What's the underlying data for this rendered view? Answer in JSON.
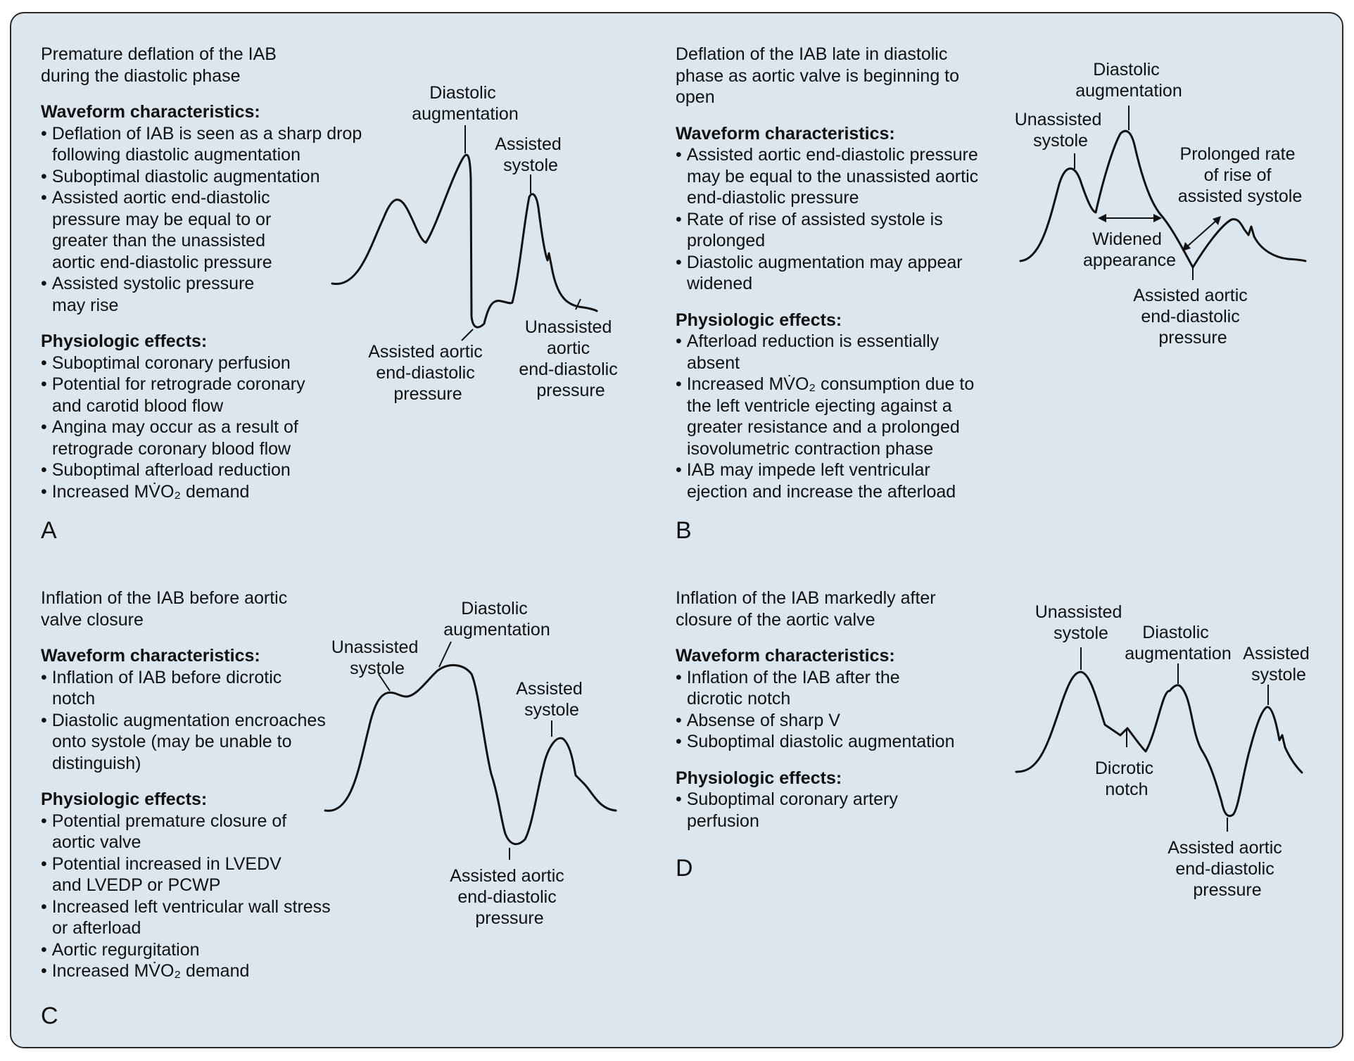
{
  "panels": [
    {
      "id": "A",
      "letter": "A",
      "intro": "Premature deflation of the IAB during the diastolic phase",
      "waveform_heading": "Waveform characteristics:",
      "waveform_items": [
        "Deflation of IAB is seen as a sharp drop following diastolic augmentation",
        "Suboptimal diastolic augmentation",
        "Assisted aortic end-diastolic pressure may be equal to or greater than the unassisted aortic end-diastolic pressure",
        "Assisted systolic pressure may rise"
      ],
      "effects_heading": "Physiologic effects:",
      "effects_items": [
        "Suboptimal coronary perfusion",
        "Potential for retrograde coronary and carotid blood flow",
        "Angina may occur as a result of retrograde coronary blood flow",
        "Suboptimal afterload reduction",
        "Increased MV̇O₂ demand"
      ],
      "labels": {
        "diastolic_augmentation": [
          "Diastolic",
          "augmentation"
        ],
        "assisted_systole": [
          "Assisted",
          "systole"
        ],
        "assisted_aortic_edp": [
          "Assisted aortic",
          "end-diastolic",
          "pressure"
        ],
        "unassisted_aortic_edp": [
          "Unassisted",
          "aortic",
          "end-diastolic",
          "pressure"
        ]
      }
    },
    {
      "id": "B",
      "letter": "B",
      "intro": "Deflation of the IAB late in diastolic phase as aortic valve is beginning to open",
      "waveform_heading": "Waveform characteristics:",
      "waveform_items": [
        "Assisted aortic end-diastolic pressure may be equal to the unassisted aortic end-diastolic pressure",
        "Rate of rise of assisted systole is prolonged",
        "Diastolic augmentation may appear widened"
      ],
      "effects_heading": "Physiologic effects:",
      "effects_items": [
        "Afterload reduction is essentially absent",
        "Increased MV̇O₂ consumption due to the left ventricle ejecting against a greater resistance and a prolonged isovolumetric contraction phase",
        "IAB may impede left ventricular ejection and increase the afterload"
      ],
      "labels": {
        "diastolic_augmentation": [
          "Diastolic",
          "augmentation"
        ],
        "unassisted_systole": [
          "Unassisted",
          "systole"
        ],
        "prolonged_rate": [
          "Prolonged rate",
          "of rise of",
          "assisted systole"
        ],
        "widened_appearance": [
          "Widened",
          "appearance"
        ],
        "assisted_aortic_edp": [
          "Assisted aortic",
          "end-diastolic",
          "pressure"
        ]
      }
    },
    {
      "id": "C",
      "letter": "C",
      "intro": "Inflation of the IAB before aortic valve closure",
      "waveform_heading": "Waveform characteristics:",
      "waveform_items": [
        "Inflation of IAB before dicrotic notch",
        "Diastolic augmentation encroaches onto systole (may be unable to distinguish)"
      ],
      "effects_heading": "Physiologic effects:",
      "effects_items": [
        "Potential premature closure of aortic valve",
        "Potential increased in LVEDV and LVEDP or PCWP",
        "Increased left ventricular wall stress or afterload",
        "Aortic regurgitation",
        "Increased MV̇O₂ demand"
      ],
      "labels": {
        "unassisted_systole": [
          "Unassisted",
          "systole"
        ],
        "diastolic_augmentation": [
          "Diastolic",
          "augmentation"
        ],
        "assisted_systole": [
          "Assisted",
          "systole"
        ],
        "assisted_aortic_edp": [
          "Assisted aortic",
          "end-diastolic",
          "pressure"
        ]
      }
    },
    {
      "id": "D",
      "letter": "D",
      "intro": "Inflation of the IAB markedly after closure of the aortic valve",
      "waveform_heading": "Waveform characteristics:",
      "waveform_items": [
        "Inflation of the IAB after the dicrotic notch",
        "Absense of sharp V",
        "Suboptimal diastolic augmentation"
      ],
      "effects_heading": "Physiologic effects:",
      "effects_items": [
        "Suboptimal coronary artery perfusion"
      ],
      "labels": {
        "unassisted_systole": [
          "Unassisted",
          "systole"
        ],
        "diastolic_augmentation": [
          "Diastolic",
          "augmentation"
        ],
        "assisted_systole": [
          "Assisted",
          "systole"
        ],
        "dicrotic_notch": [
          "Dicrotic",
          "notch"
        ],
        "assisted_aortic_edp": [
          "Assisted aortic",
          "end-diastolic",
          "pressure"
        ]
      }
    }
  ]
}
